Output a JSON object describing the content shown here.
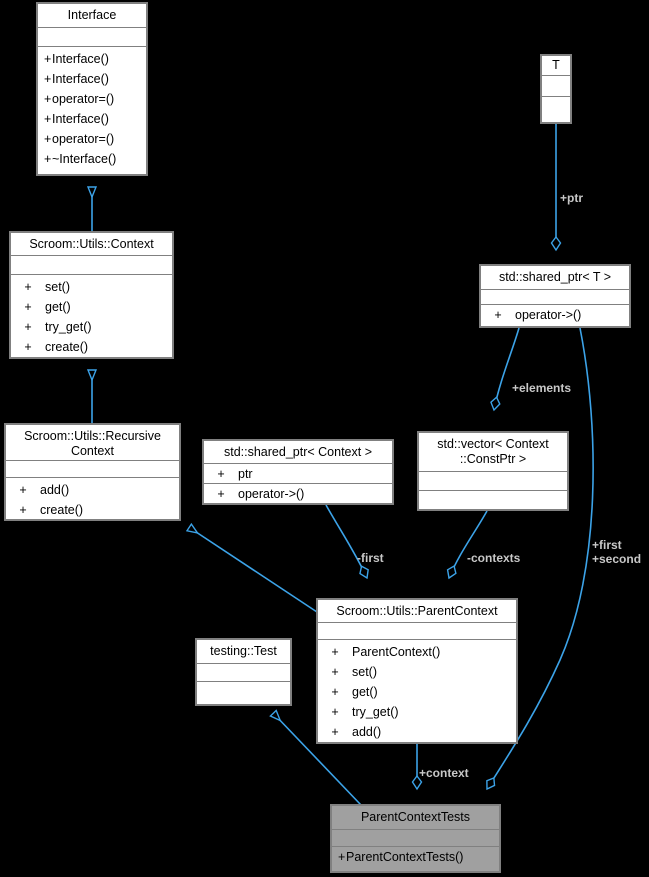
{
  "diagram": {
    "title": "ParentContextTests UML class collaboration diagram",
    "type": "uml-class-diagram",
    "background_color": "#000000",
    "edge_color": "#3ca3e8",
    "box_fill": "#ffffff",
    "highlight_fill": "#a0a0a0",
    "text_color": "#000000",
    "label_color": "#c8c8c8"
  },
  "classes": [
    {
      "id": "interface",
      "name": "Interface",
      "attributes": [],
      "methods": [
        {
          "visibility": "+",
          "name": "Interface()"
        },
        {
          "visibility": "+",
          "name": "Interface()"
        },
        {
          "visibility": "+",
          "name": "operator=()"
        },
        {
          "visibility": "+",
          "name": "Interface()"
        },
        {
          "visibility": "+",
          "name": "operator=()"
        },
        {
          "visibility": "+",
          "name": "~Interface()"
        }
      ]
    },
    {
      "id": "context",
      "name": "Scroom::Utils::Context",
      "attributes": [],
      "methods": [
        {
          "visibility": "+",
          "name": "set()"
        },
        {
          "visibility": "+",
          "name": "get()"
        },
        {
          "visibility": "+",
          "name": "try_get()"
        },
        {
          "visibility": "+",
          "name": "create()"
        }
      ]
    },
    {
      "id": "recursive_context",
      "name": "Scroom::Utils::Recursive\nContext",
      "attributes": [],
      "methods": [
        {
          "visibility": "+",
          "name": "add()"
        },
        {
          "visibility": "+",
          "name": "create()"
        }
      ]
    },
    {
      "id": "shared_ptr_context",
      "name": "std::shared_ptr< Context >",
      "attributes": [
        {
          "visibility": "+",
          "name": "ptr"
        }
      ],
      "methods": [
        {
          "visibility": "+",
          "name": "operator->()"
        }
      ]
    },
    {
      "id": "vector_constptr",
      "name": "std::vector< Context\n::ConstPtr >",
      "attributes": [],
      "methods": []
    },
    {
      "id": "shared_ptr_t",
      "name": "std::shared_ptr< T >",
      "attributes": [],
      "methods": [
        {
          "visibility": "+",
          "name": "operator->()"
        }
      ]
    },
    {
      "id": "t",
      "name": "T",
      "attributes": [],
      "methods": []
    },
    {
      "id": "parent_context",
      "name": "Scroom::Utils::ParentContext",
      "attributes": [],
      "methods": [
        {
          "visibility": "+",
          "name": "ParentContext()"
        },
        {
          "visibility": "+",
          "name": "set()"
        },
        {
          "visibility": "+",
          "name": "get()"
        },
        {
          "visibility": "+",
          "name": "try_get()"
        },
        {
          "visibility": "+",
          "name": "add()"
        }
      ]
    },
    {
      "id": "testing_test",
      "name": "testing::Test",
      "attributes": [],
      "methods": []
    },
    {
      "id": "parent_context_tests",
      "name": "ParentContextTests",
      "highlighted": true,
      "attributes": [],
      "methods": [
        {
          "visibility": "+",
          "name": "ParentContextTests()"
        }
      ]
    }
  ],
  "edge_labels": [
    {
      "id": "ptr",
      "text": "+ptr"
    },
    {
      "id": "elements",
      "text": "+elements"
    },
    {
      "id": "first_private",
      "text": "-first"
    },
    {
      "id": "contexts",
      "text": "-contexts"
    },
    {
      "id": "first_second",
      "text": "+first\n+second"
    },
    {
      "id": "context",
      "text": "+context"
    }
  ],
  "relationships": [
    {
      "from": "context",
      "to": "interface",
      "type": "inheritance"
    },
    {
      "from": "recursive_context",
      "to": "context",
      "type": "inheritance"
    },
    {
      "from": "parent_context",
      "to": "recursive_context",
      "type": "inheritance"
    },
    {
      "from": "parent_context_tests",
      "to": "testing_test",
      "type": "inheritance"
    },
    {
      "from": "shared_ptr_t",
      "to": "t",
      "type": "aggregation",
      "label": "+ptr"
    },
    {
      "from": "vector_constptr",
      "to": "shared_ptr_t",
      "type": "aggregation",
      "label": "+elements"
    },
    {
      "from": "parent_context",
      "to": "shared_ptr_context",
      "type": "aggregation",
      "label": "-first"
    },
    {
      "from": "parent_context",
      "to": "vector_constptr",
      "type": "aggregation",
      "label": "-contexts"
    },
    {
      "from": "parent_context_tests",
      "to": "parent_context",
      "type": "aggregation",
      "label": "+context"
    },
    {
      "from": "parent_context_tests",
      "to": "shared_ptr_t",
      "type": "aggregation",
      "label": "+first\n+second"
    }
  ]
}
